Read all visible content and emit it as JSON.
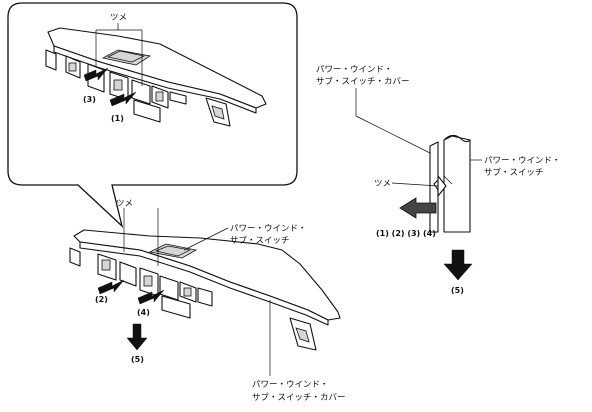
{
  "labels": {
    "tsume": "ツメ",
    "switch_line1": "パワー・ウインド・",
    "switch_line2": "サブ・スイッチ",
    "cover_line1": "パワー・ウインド・",
    "cover_line2": "サブ・スイッチ・カバー"
  },
  "steps": {
    "s1": "(1)",
    "s2": "(2)",
    "s3": "(3)",
    "s4": "(4)",
    "s5": "(5)",
    "seq": "(1) (2) (3) (4)"
  },
  "colors": {
    "line": "#111111",
    "part_fill": "#ffffff",
    "arrow_fill": "#111111",
    "shade": "#d6d6d6"
  }
}
